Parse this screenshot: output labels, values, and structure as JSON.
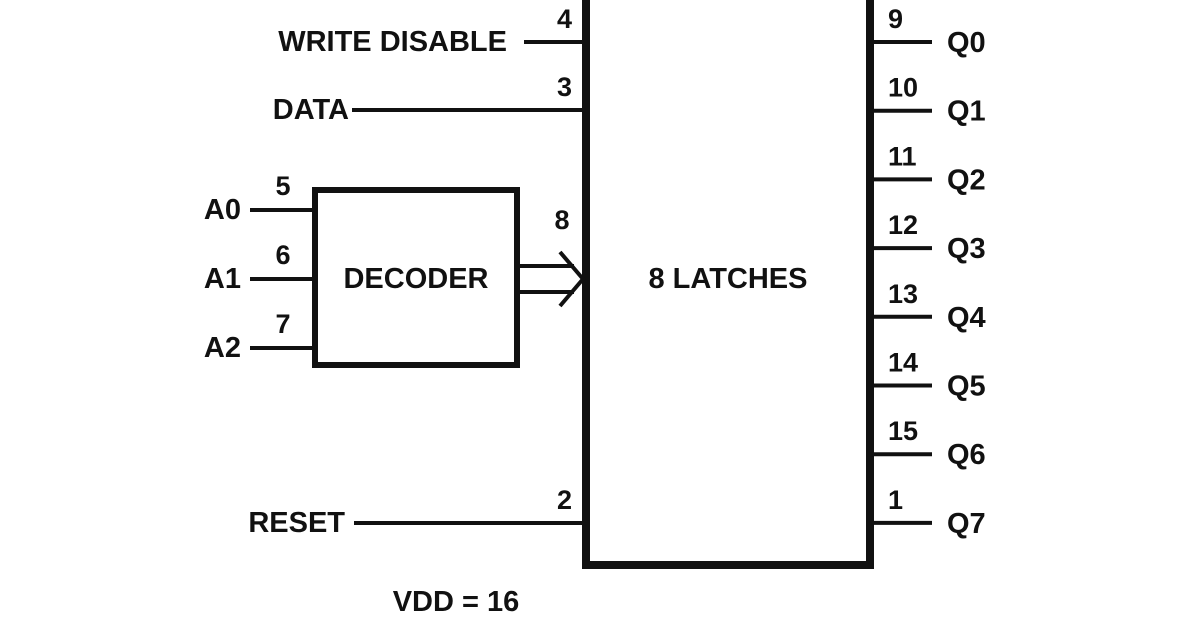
{
  "left_inputs": {
    "write_disable": {
      "label": "WRITE DISABLE",
      "pin": "4"
    },
    "data": {
      "label": "DATA",
      "pin": "3"
    },
    "reset": {
      "label": "RESET",
      "pin": "2"
    }
  },
  "decoder": {
    "label": "DECODER",
    "inputs": [
      {
        "label": "A0",
        "pin": "5"
      },
      {
        "label": "A1",
        "pin": "6"
      },
      {
        "label": "A2",
        "pin": "7"
      }
    ],
    "bus_pin": "8"
  },
  "latch_block": {
    "label": "8 LATCHES"
  },
  "outputs": [
    {
      "label": "Q0",
      "pin": "9"
    },
    {
      "label": "Q1",
      "pin": "10"
    },
    {
      "label": "Q2",
      "pin": "11"
    },
    {
      "label": "Q3",
      "pin": "12"
    },
    {
      "label": "Q4",
      "pin": "13"
    },
    {
      "label": "Q5",
      "pin": "14"
    },
    {
      "label": "Q6",
      "pin": "15"
    },
    {
      "label": "Q7",
      "pin": "1"
    }
  ],
  "power": {
    "label": "VDD = 16"
  }
}
